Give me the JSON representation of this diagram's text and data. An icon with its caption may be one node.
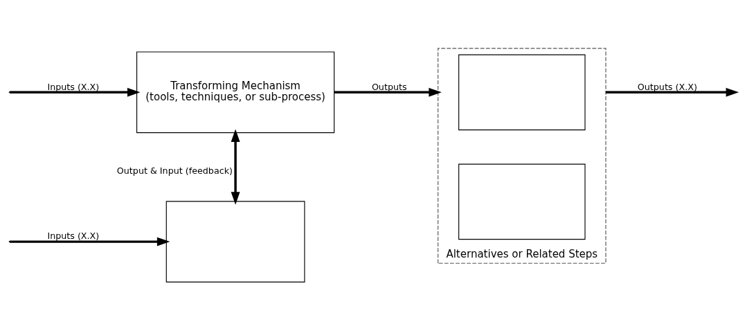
{
  "diagram": {
    "nodes": [
      {
        "text": [
          "Transforming Mechanism",
          "(tools, techniques, or sub-process)"
        ]
      },
      {
        "text": [],
        "shape": "box"
      },
      {
        "text": [
          "Alternatives or Related Steps"
        ]
      },
      {
        "text": [],
        "shape": "box",
        "in": 2
      },
      {
        "text": [],
        "shape": "box",
        "in": 2
      }
    ],
    "edges": [
      {
        "from": null,
        "to": 0,
        "arrow": "to",
        "label": "Inputs (X.X)"
      },
      {
        "from": null,
        "to": 1,
        "arrow": "to",
        "label": "Inputs (X.X)"
      },
      {
        "from": 0,
        "to": 2,
        "arrow": "to",
        "label": "Outputs"
      },
      {
        "from": 0,
        "to": 1,
        "arrow": "both",
        "label": "Output & Input (feedback)"
      },
      {
        "from": 2,
        "to": null,
        "arrow": "to",
        "label": "Outputs (X.X)"
      }
    ]
  }
}
